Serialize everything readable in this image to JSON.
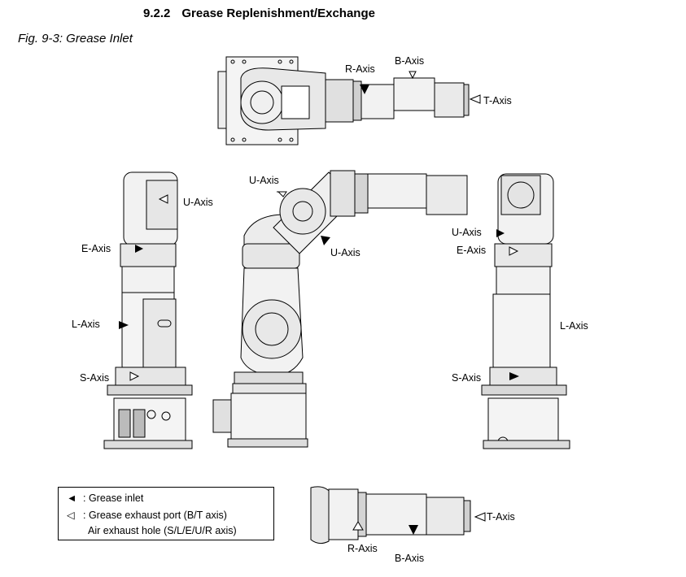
{
  "header": {
    "section_number": "9.2.2",
    "section_title": "Grease Replenishment/Exchange"
  },
  "figure": {
    "caption": "Fig. 9-3: Grease Inlet",
    "labels": {
      "r_axis_top": "R-Axis",
      "b_axis_top": "B-Axis",
      "t_axis_top": "T-Axis",
      "u_axis_left": "U-Axis",
      "e_axis_left": "E-Axis",
      "l_axis_left": "L-Axis",
      "s_axis_left": "S-Axis",
      "u_axis_center_upper": "U-Axis",
      "u_axis_center_lower": "U-Axis",
      "u_axis_right": "U-Axis",
      "e_axis_right": "E-Axis",
      "l_axis_right": "L-Axis",
      "s_axis_right": "S-Axis",
      "t_axis_bottom": "T-Axis",
      "r_axis_bottom": "R-Axis",
      "b_axis_bottom": "B-Axis"
    }
  },
  "legend": {
    "inlet_symbol": "◄",
    "inlet_text": ": Grease inlet",
    "exhaust_symbol": "◁",
    "exhaust_text": ": Grease exhaust port (B/T axis)",
    "air_text": "Air exhaust hole  (S/L/E/U/R axis)"
  }
}
